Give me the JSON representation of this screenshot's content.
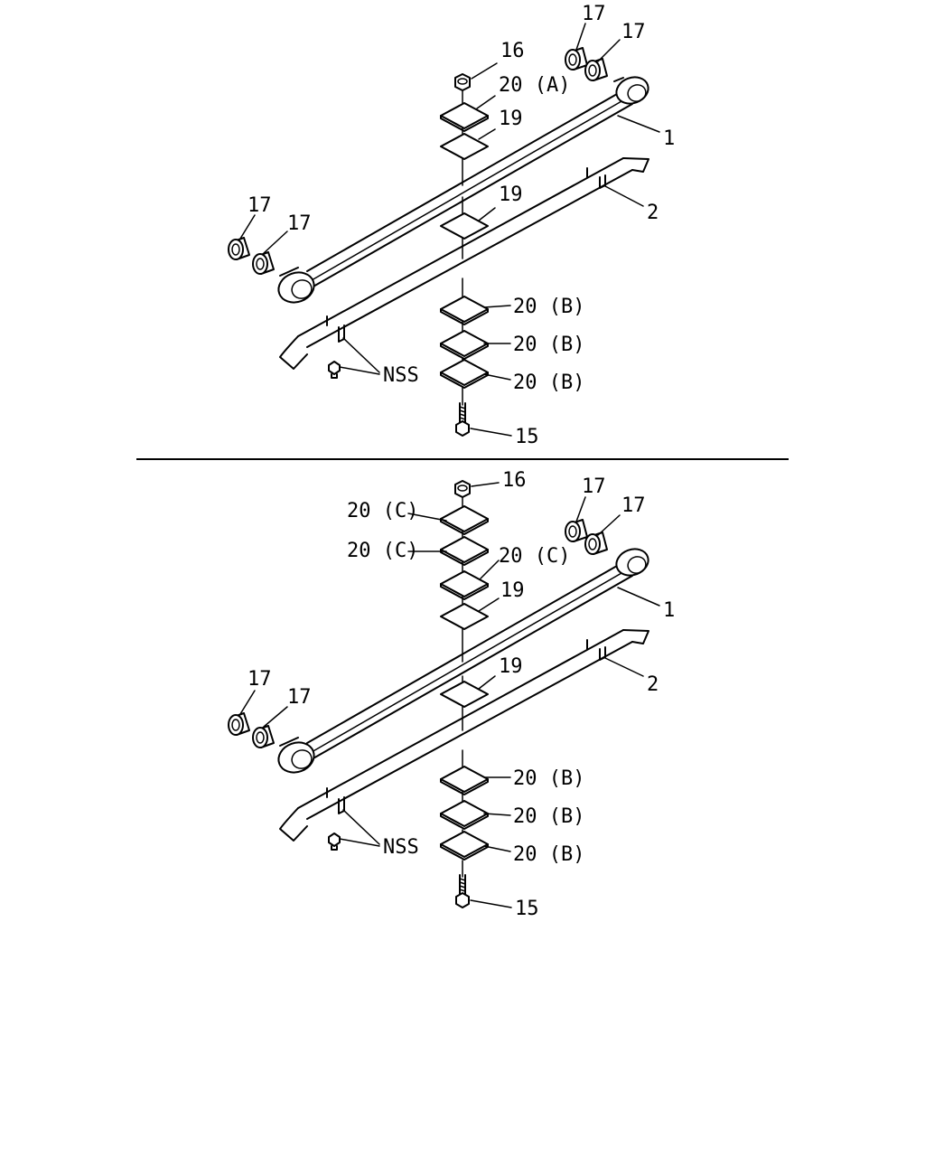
{
  "diagram": {
    "upper": {
      "labels": {
        "nut": "16",
        "washer_a": "20 (A)",
        "plate_19_top": "19",
        "leaf_main": "1",
        "plate_19_mid": "19",
        "leaf_second": "2",
        "shim_b1": "20 (B)",
        "shim_b2": "20 (B)",
        "shim_b3": "20 (B)",
        "nss": "NSS",
        "bolt": "15",
        "bushing_tr1": "17",
        "bushing_tr2": "17",
        "bushing_bl1": "17",
        "bushing_bl2": "17"
      }
    },
    "lower": {
      "labels": {
        "nut": "16",
        "shim_c1": "20 (C)",
        "shim_c2": "20 (C)",
        "shim_c3": "20 (C)",
        "plate_19_top": "19",
        "leaf_main": "1",
        "plate_19_mid": "19",
        "leaf_second": "2",
        "shim_b1": "20 (B)",
        "shim_b2": "20 (B)",
        "shim_b3": "20 (B)",
        "nss": "NSS",
        "bolt": "15",
        "bushing_tr1": "17",
        "bushing_tr2": "17",
        "bushing_bl1": "17",
        "bushing_bl2": "17"
      }
    }
  }
}
